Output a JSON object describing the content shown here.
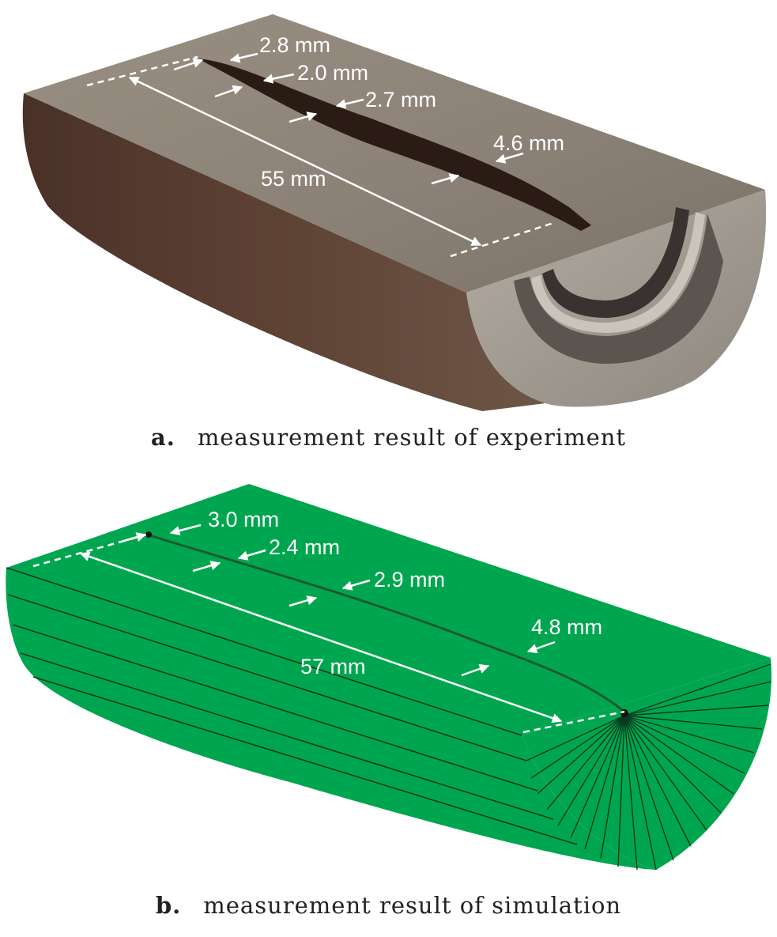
{
  "panel_a": {
    "tag": "a.",
    "caption": "measurement result of experiment",
    "length_label": "55 mm",
    "widths": [
      "2.8 mm",
      "2.0 mm",
      "2.7 mm",
      "4.6 mm"
    ]
  },
  "panel_b": {
    "tag": "b.",
    "caption": "measurement result of simulation",
    "length_label": "57 mm",
    "widths": [
      "3.0 mm",
      "2.4 mm",
      "2.9 mm",
      "4.8 mm"
    ]
  },
  "colors": {
    "metal_top": "#8d8377",
    "metal_side": "#5a4034",
    "metal_face": "#a8a298",
    "crack": "#2a1c14",
    "sim_green": "#00a64f",
    "sim_lines": "#0a3a1e",
    "annotation": "#ffffff",
    "caption_text": "#222222"
  }
}
